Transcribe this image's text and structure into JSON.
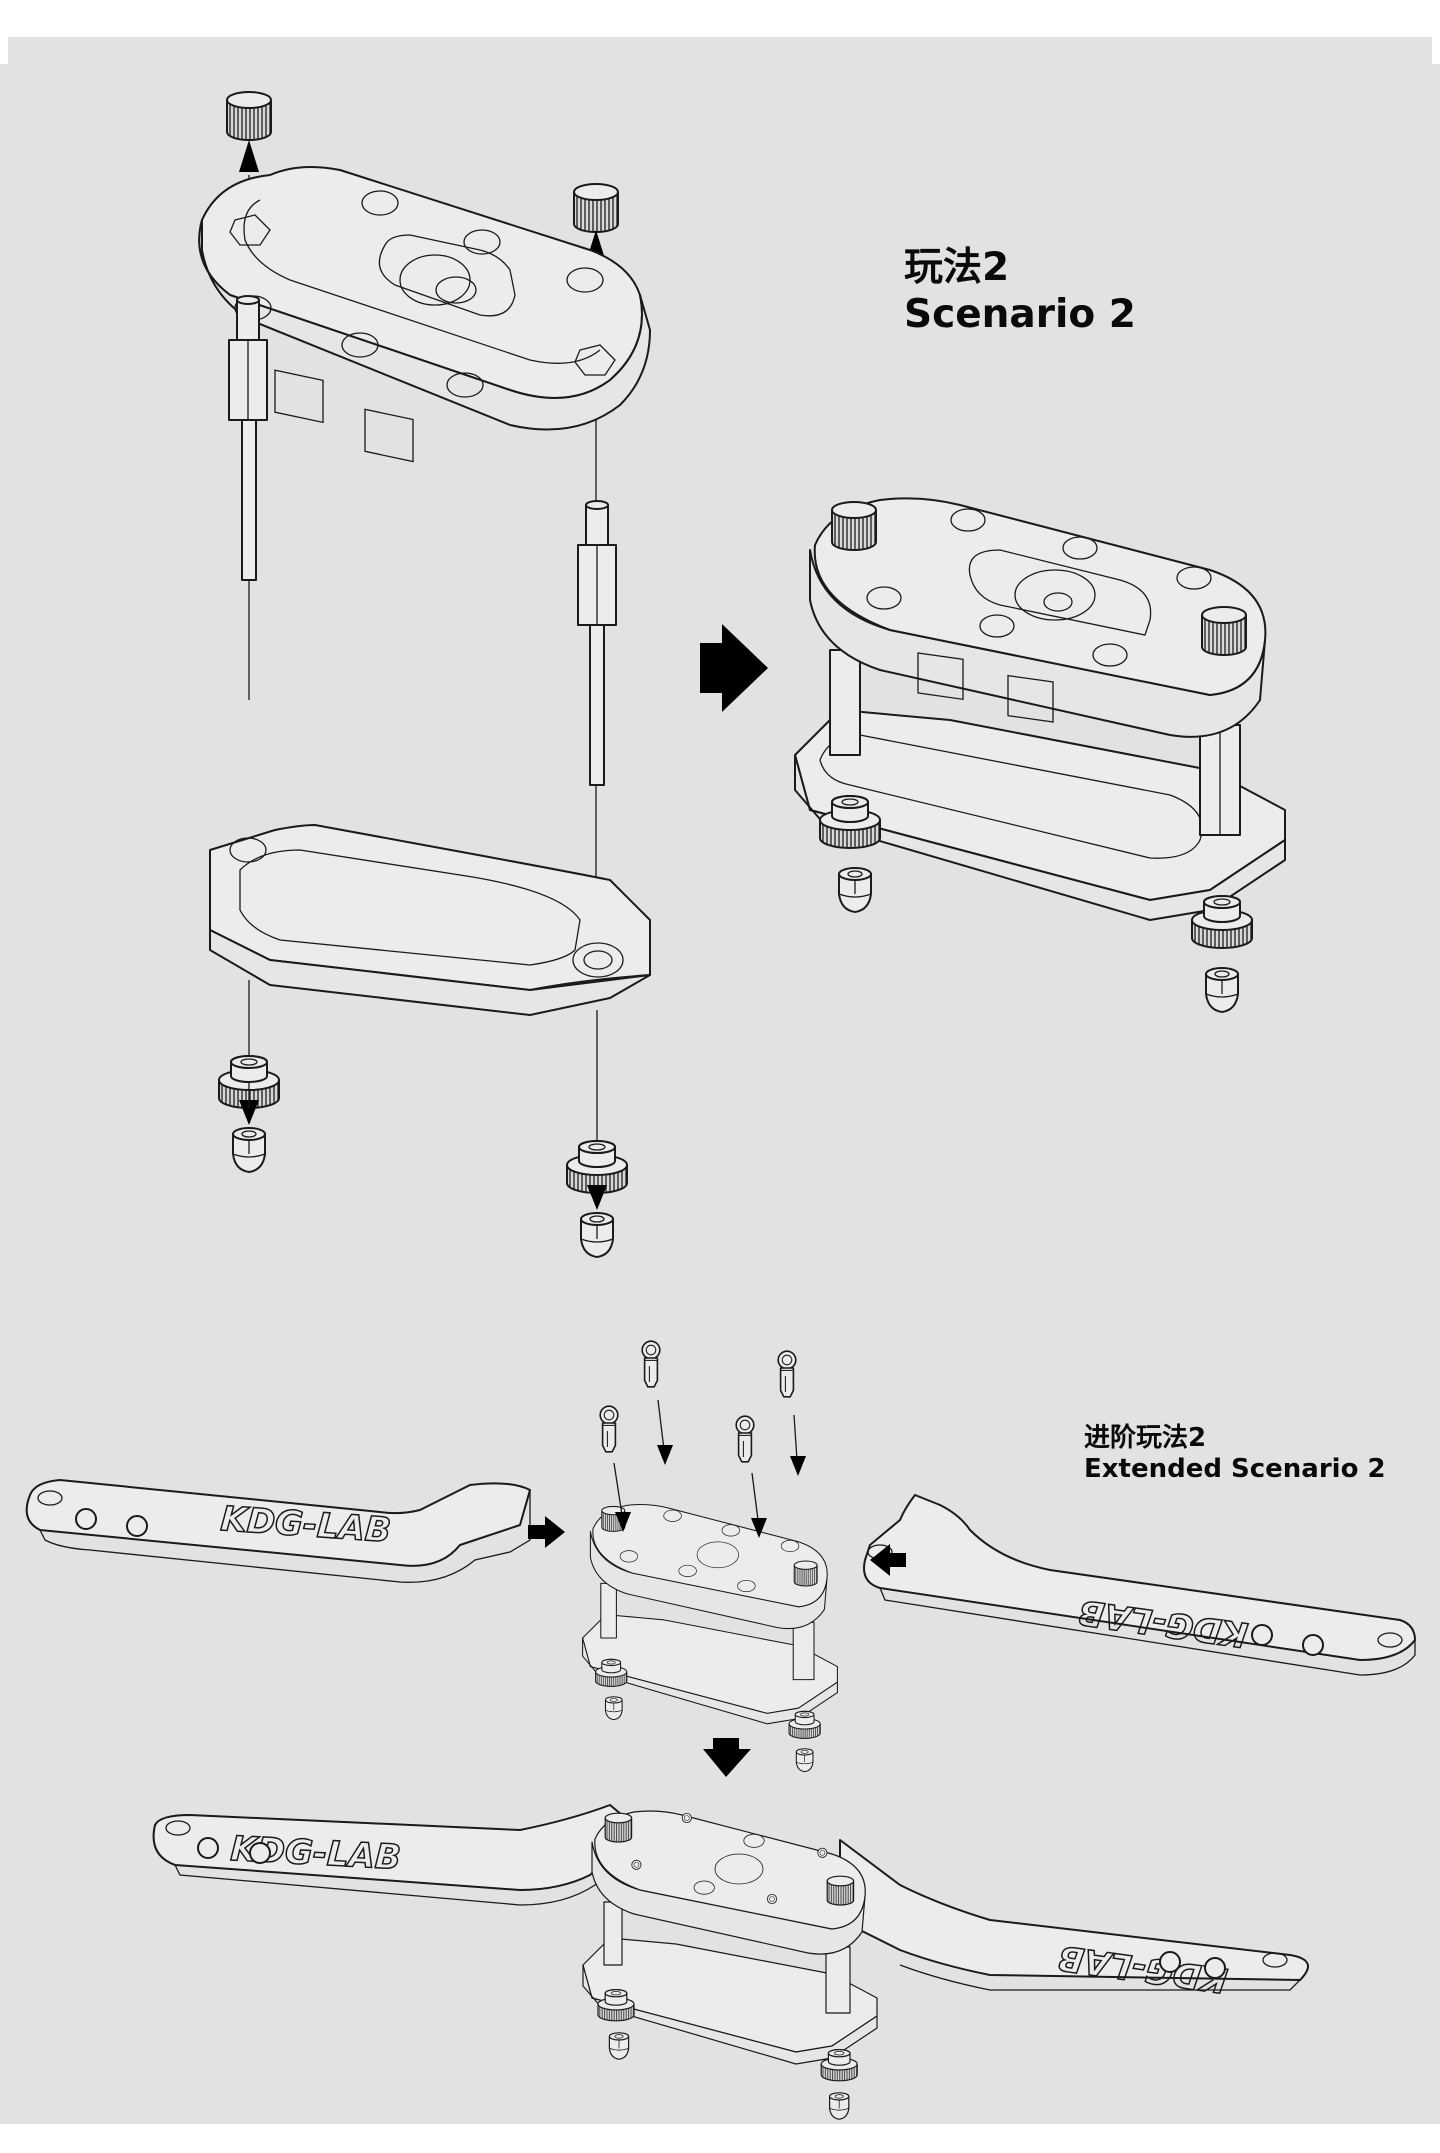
{
  "page": {
    "background_color": "#e2e2e2",
    "page_color": "#ffffff",
    "text_color": "#0a0a0a"
  },
  "section_main": {
    "title_cn": "玩法2",
    "title_en": "Scenario 2",
    "exploded_view": {
      "parts": [
        "knurled-cap-left",
        "knurled-cap-right",
        "top-oval-plate",
        "standoff-left",
        "standoff-right",
        "bottom-base-plate",
        "knurled-nut-left",
        "knurled-nut-right",
        "acorn-nut-left",
        "acorn-nut-right"
      ],
      "arrows": [
        "up",
        "up",
        "down",
        "down"
      ]
    },
    "transition_arrow": "right",
    "assembled_view": {
      "parts": [
        "top-oval-plate",
        "knurled-cap-left",
        "knurled-cap-right",
        "standoff-left",
        "standoff-right",
        "bottom-base-plate",
        "knurled-nut-left",
        "knurled-nut-right",
        "acorn-nut-left",
        "acorn-nut-right"
      ]
    }
  },
  "section_extended": {
    "title_cn": "进阶玩法2",
    "title_en": "Extended Scenario 2",
    "handle_logo_text": "KDG-LAB",
    "step1": {
      "parts": [
        "left-handle",
        "right-handle",
        "assembled-stand",
        "ball-pin-1",
        "ball-pin-2",
        "ball-pin-3",
        "ball-pin-4"
      ],
      "arrows": [
        "right",
        "left",
        "down",
        "down",
        "down",
        "down"
      ]
    },
    "transition_arrow": "down",
    "step2": {
      "parts": [
        "combined-tool-with-handles"
      ]
    }
  }
}
